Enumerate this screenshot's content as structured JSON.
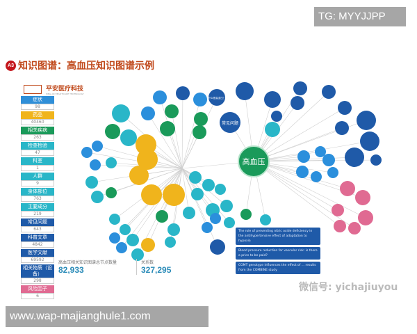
{
  "overlay_tag": "TG: MYYJJPP",
  "overlay_url": "www.wap-majianghule1.com",
  "watermark": "微信号: yichajiuyou",
  "title": {
    "badge": "A3",
    "text": "知识图谱：高血压知识图谱示例"
  },
  "logo": {
    "name": "平安医疗科技",
    "sub": "PING AN HEALTHCARE TECHNOLOGY"
  },
  "categories": [
    {
      "label": "症状",
      "count": "98",
      "color": "#2f8fd8"
    },
    {
      "label": "药品",
      "count": "40460",
      "color": "#f0b41c"
    },
    {
      "label": "相关疾病",
      "count": "263",
      "color": "#1a9a5a"
    },
    {
      "label": "检查检验",
      "count": "47",
      "color": "#29b6c8"
    },
    {
      "label": "科室",
      "count": "1",
      "color": "#29b6c8"
    },
    {
      "label": "人群",
      "count": "9",
      "color": "#29b6c8"
    },
    {
      "label": "身体部位",
      "count": "763",
      "color": "#29b6c8"
    },
    {
      "label": "主要成分",
      "count": "219",
      "color": "#29b6c8"
    },
    {
      "label": "常见问题",
      "count": "643",
      "color": "#1f5aa8"
    },
    {
      "label": "科普文章",
      "count": "4842",
      "color": "#1f5aa8"
    },
    {
      "label": "医学文献",
      "count": "69592",
      "color": "#1f5aa8"
    },
    {
      "label": "相关物质（设备）",
      "count": "298",
      "color": "#1f5aa8"
    },
    {
      "label": "风险因子",
      "count": "6",
      "color": "#e06a92"
    }
  ],
  "stats": {
    "nodes_label": "高血压相关知识图谱总节点数量",
    "nodes": "82,933",
    "relations_label": "关系数",
    "relations": "327,295"
  },
  "graph": {
    "center": "高血压",
    "faq": "常见问题",
    "questions": [
      "什么是高血压？"
    ]
  },
  "papers": [
    "The role of preventing nitric oxide deficiency in the antihypertensive effect of adaptation to hypoxia",
    "Blood pressure reduction for vascular risk: is there a price to be paid?",
    "COMT genotype influences the effect of ... results from the COMBINE study"
  ]
}
